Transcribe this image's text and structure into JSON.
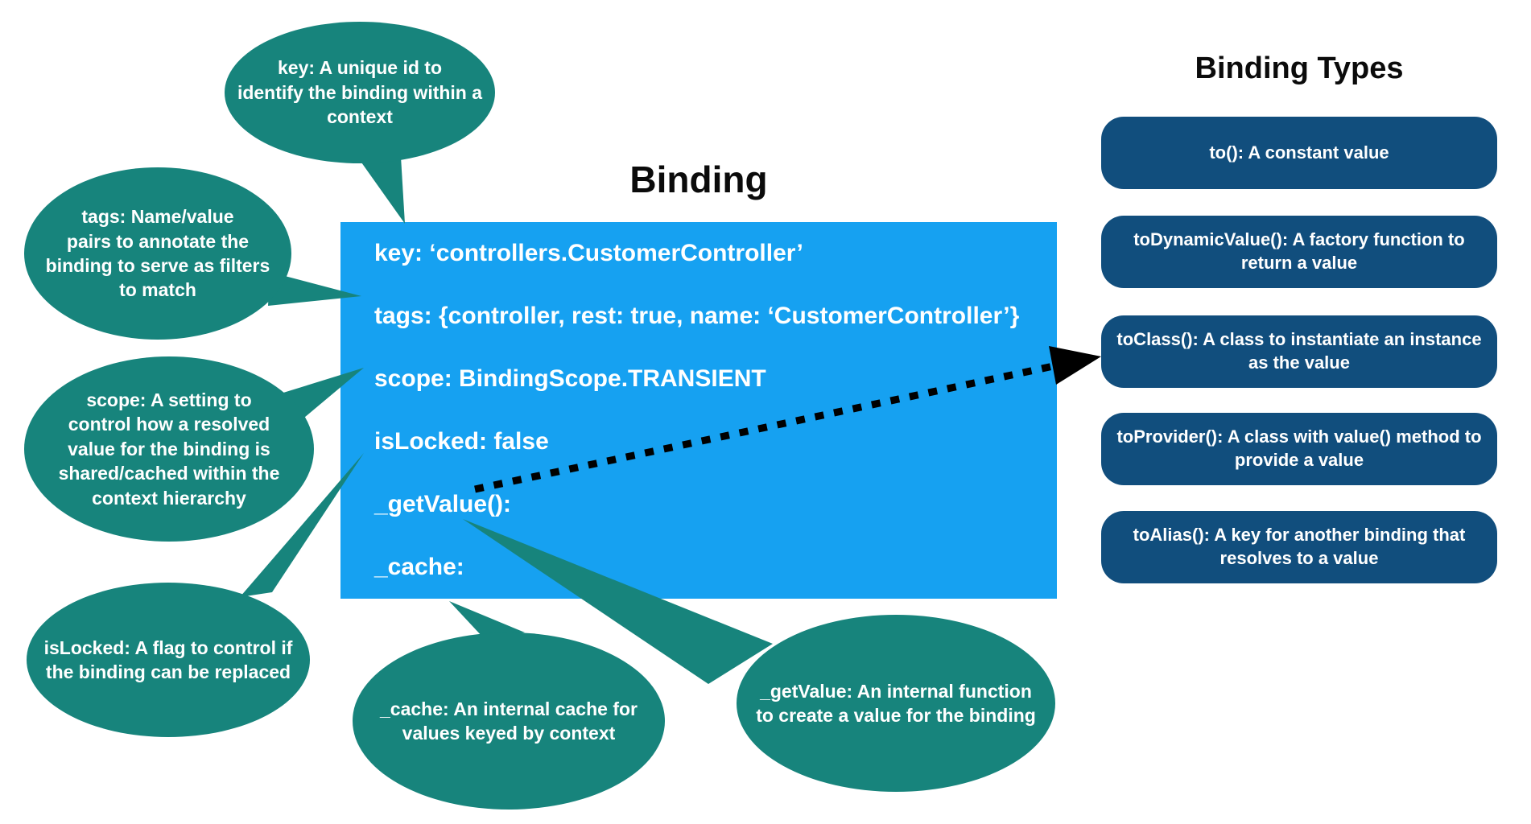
{
  "binding_box": {
    "title": "Binding",
    "properties": [
      "key: ‘controllers.CustomerController’",
      "tags: {controller, rest: true, name: ‘CustomerController’}",
      "scope: BindingScope.TRANSIENT",
      "isLocked: false",
      "_getValue():",
      "_cache:"
    ]
  },
  "callouts": {
    "key": {
      "text": "key: A unique id to\nidentify the binding within a\ncontext"
    },
    "tags": {
      "text": "tags: Name/value\npairs to annotate the\nbinding to serve as filters\nto match"
    },
    "scope": {
      "text": "scope: A setting to\ncontrol how a resolved\nvalue for the binding is\nshared/cached within the\ncontext hierarchy"
    },
    "islocked": {
      "text": "isLocked: A flag to control if\nthe binding can be replaced"
    },
    "cache": {
      "text": "_cache: An internal cache for\nvalues keyed by context"
    },
    "getvalue": {
      "text": "_getValue: An internal function\nto create a value for the binding"
    }
  },
  "binding_types": {
    "title": "Binding Types",
    "items": [
      "to(): A constant value",
      "toDynamicValue(): A factory function to\nreturn a value",
      "toClass(): A class to instantiate an instance\nas the value",
      "toProvider(): A class with value() method to\nprovide a value",
      "toAlias(): A key for another binding that\nresolves to a value"
    ]
  },
  "colors": {
    "callout": "#17847C",
    "binding_box": "#16A1F1",
    "type_box": "#114E7D",
    "arrow": "#000000"
  }
}
